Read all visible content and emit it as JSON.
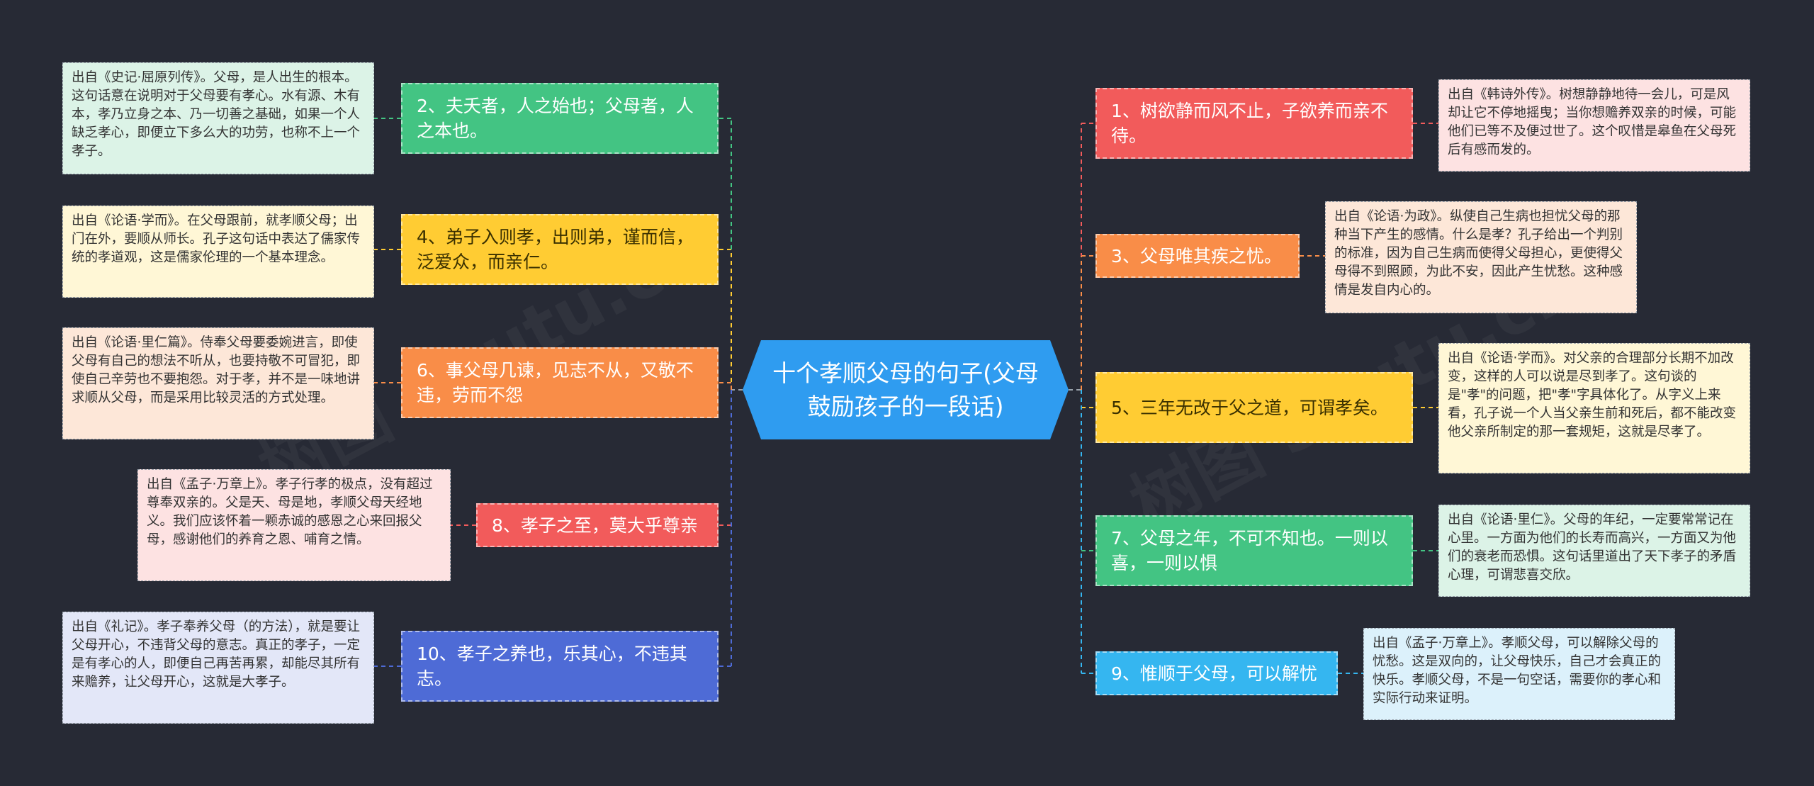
{
  "center": {
    "title": "十个孝顺父母的句子(父母鼓励孩子的一段话)",
    "color": "#2f9cf0"
  },
  "watermark": "树图 shutu.cn",
  "left_items": [
    {
      "label": "2、夫夭者，人之始也；父母者，人之本也。",
      "color": "#43c483",
      "note": "出自《史记·屈原列传》。父母，是人出生的根本。这句话意在说明对于父母要有孝心。水有源、木有本，孝乃立身之本、乃一切善之基础，如果一个人缺乏孝心，即便立下多么大的功劳，也称不上一个孝子。",
      "note_bg": "#dcf3e7"
    },
    {
      "label": "4、弟子入则孝，出则弟，谨而信，泛爱众，而亲仁。",
      "color": "#ffcc33",
      "note": "出自《论语·学而》。在父母跟前，就孝顺父母；出门在外，要顺从师长。孔子这句话中表达了儒家传统的孝道观，这是儒家伦理的一个基本理念。",
      "note_bg": "#fff7d6"
    },
    {
      "label": "6、事父母几谏，见志不从，又敬不违，劳而不怨",
      "color": "#f98d48",
      "note": "出自《论语·里仁篇》。侍奉父母要委婉进言，即使父母有自己的想法不听从，也要持敬不可冒犯，即使自己辛劳也不要抱怨。对于孝，并不是一味地讲求顺从父母，而是采用比较灵活的方式处理。",
      "note_bg": "#fde7d8"
    },
    {
      "label": "8、孝子之至，莫大乎尊亲",
      "color": "#f25b5b",
      "note": "出自《孟子·万章上》。孝子行孝的极点，没有超过尊奉双亲的。父是天、母是地，孝顺父母天经地义。我们应该怀着一颗赤诚的感恩之心来回报父母，感谢他们的养育之恩、哺育之情。",
      "note_bg": "#fde2e2"
    },
    {
      "label": "10、孝子之养也，乐其心，不违其志。",
      "color": "#4e6bd6",
      "note": "出自《礼记》。孝子奉养父母（的方法），就是要让父母开心，不违背父母的意志。真正的孝子，一定是有孝心的人，即便自己再苦再累，却能尽其所有来赡养，让父母开心，这就是大孝子。",
      "note_bg": "#e3e7f8"
    }
  ],
  "right_items": [
    {
      "label": "1、树欲静而风不止，子欲养而亲不待。",
      "color": "#f25b5b",
      "note": "出自《韩诗外传》。树想静静地待一会儿，可是风却让它不停地摇曳；当你想赡养双亲的时候，可能他们已等不及便过世了。这个叹惜是皋鱼在父母死后有感而发的。",
      "note_bg": "#fde2e2"
    },
    {
      "label": "3、父母唯其疾之忧。",
      "color": "#f98d48",
      "note": "出自《论语·为政》。纵使自己生病也担忧父母的那种当下产生的感情。什么是孝？孔子给出一个判别的标准，因为自己生病而使得父母担心，更使得父母得不到照顾，为此不安，因此产生忧愁。这种感情是发自内心的。",
      "note_bg": "#fde7d8"
    },
    {
      "label": "5、三年无改于父之道，可谓孝矣。",
      "color": "#ffcc33",
      "note": "出自《论语·学而》。对父亲的合理部分长期不加改变，这样的人可以说是尽到孝了。这句谈的是\"孝\"的问题，把\"孝\"字具体化了。从字义上来看，孔子说一个人当父亲生前和死后，都不能改变他父亲所制定的那一套规矩，这就是尽孝了。",
      "note_bg": "#fff7d6"
    },
    {
      "label": "7、父母之年，不可不知也。一则以喜，一则以惧",
      "color": "#43c483",
      "note": "出自《论语·里仁》。父母的年纪，一定要常常记在心里。一方面为他们的长寿而高兴，一方面又为他们的衰老而恐惧。这句话里道出了天下孝子的矛盾心理，可谓悲喜交欣。",
      "note_bg": "#dcf3e7"
    },
    {
      "label": "9、惟顺于父母，可以解忧",
      "color": "#35b6f0",
      "note": "出自《孟子·万章上》。孝顺父母，可以解除父母的忧愁。这是双向的，让父母快乐，自己才会真正的快乐。孝顺父母，不是一句空话，需要你的孝心和实际行动来证明。",
      "note_bg": "#dcf1fb"
    }
  ]
}
